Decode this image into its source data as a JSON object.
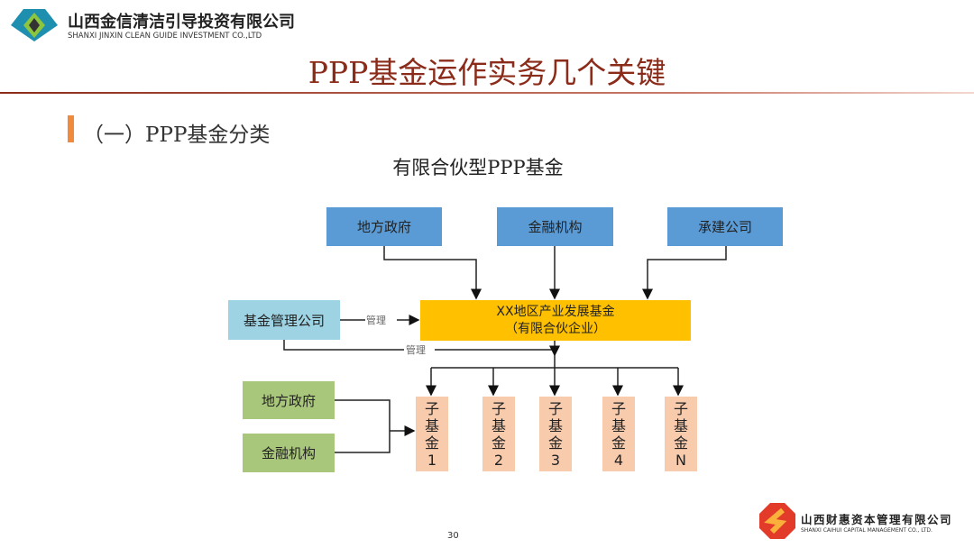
{
  "header": {
    "company_cn": "山西金信清洁引导投资有限公司",
    "company_en": "SHANXI JINXIN CLEAN GUIDE INVESTMENT CO.,LTD"
  },
  "title": "PPP基金运作实务几个关键",
  "section": "（一）PPP基金分类",
  "subtitle": "有限合伙型PPP基金",
  "diagram": {
    "top_boxes": [
      "地方政府",
      "金融机构",
      "承建公司"
    ],
    "fund": {
      "line1": "XX地区产业发展基金",
      "line2": "（有限合伙企业）"
    },
    "manager": "基金管理公司",
    "manage_label": "管理",
    "left_boxes": [
      "地方政府",
      "金融机构"
    ],
    "sub_funds": [
      {
        "a": "子",
        "b": "基",
        "c": "金",
        "n": "1"
      },
      {
        "a": "子",
        "b": "基",
        "c": "金",
        "n": "2"
      },
      {
        "a": "子",
        "b": "基",
        "c": "金",
        "n": "3"
      },
      {
        "a": "子",
        "b": "基",
        "c": "金",
        "n": "4"
      },
      {
        "a": "子",
        "b": "基",
        "c": "金",
        "n": "N"
      }
    ]
  },
  "page_number": "30",
  "footer": {
    "company_cn": "山西财惠资本管理有限公司",
    "company_en": "SHANXI CAIHUI CAPITAL MANAGEMENT CO., LTD."
  }
}
